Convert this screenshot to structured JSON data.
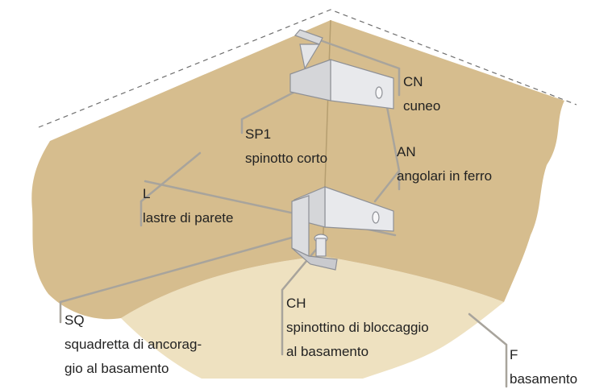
{
  "labels": {
    "cn_code": "CN",
    "cn_desc": "cuneo",
    "sp1_code": "SP1",
    "sp1_desc": "spinotto corto",
    "an_code": "AN",
    "an_desc": "angolari in ferro",
    "l_code": "L",
    "l_desc": "lastre di parete",
    "sq_code": "SQ",
    "sq_desc_1": "squadretta di ancorag-",
    "sq_desc_2": "gio al basamento",
    "ch_code": "CH",
    "ch_desc_1": "spinottino di bloccaggio",
    "ch_desc_2": "al basamento",
    "f_code": "F",
    "f_desc": "basamento"
  },
  "colors": {
    "wall": "#d6bd8e",
    "floor": "#eee1c0",
    "leader": "#a8a49c",
    "metal": "#e4e5e8",
    "metal_outline": "#8e9096",
    "text": "#222222"
  }
}
